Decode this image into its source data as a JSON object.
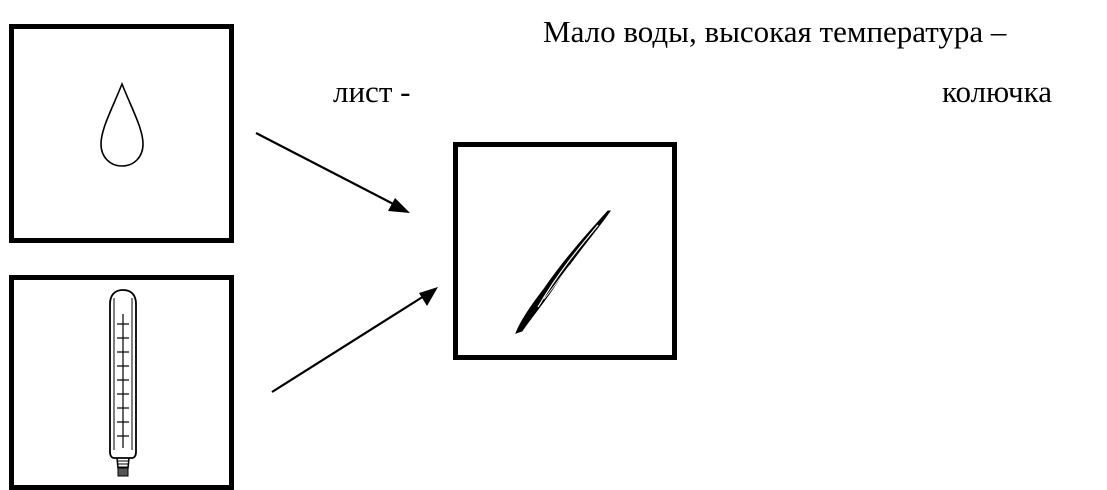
{
  "text": {
    "line1": "Мало воды, высокая температура –",
    "line2_left": "лист -",
    "line2_right": "колючка"
  },
  "icons": {
    "water": "water-drop-icon",
    "temperature": "thermometer-icon",
    "result": "spine-icon"
  },
  "colors": {
    "ink": "#000000",
    "background": "#ffffff"
  }
}
